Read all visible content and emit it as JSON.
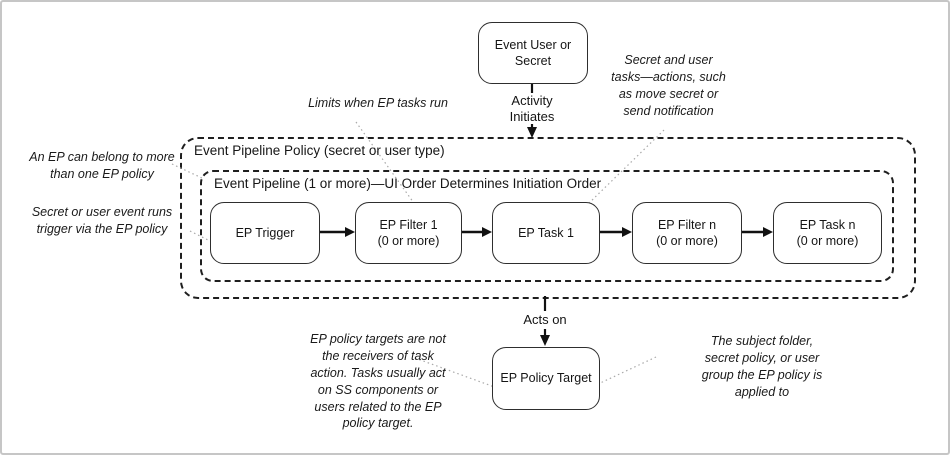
{
  "nodes": {
    "source": {
      "label": "Event User or Secret"
    },
    "target": {
      "label": "EP Policy Target"
    }
  },
  "containers": {
    "outer_label": "Event Pipeline Policy (secret or user type)",
    "inner_label": "Event Pipeline (1 or more)—UI Order Determines Initiation Order"
  },
  "pipeline": [
    {
      "label": "EP Trigger",
      "sublabel": ""
    },
    {
      "label": "EP Filter 1",
      "sublabel": "(0 or more)"
    },
    {
      "label": "EP Task 1",
      "sublabel": ""
    },
    {
      "label": "EP Filter n",
      "sublabel": "(0 or more)"
    },
    {
      "label": "EP Task n",
      "sublabel": "(0 or more)"
    }
  ],
  "edge_labels": {
    "activity": "Activity\nInitiates",
    "acts_on": "Acts on"
  },
  "annotations": [
    {
      "id": "limits",
      "text": "Limits when EP tasks run"
    },
    {
      "id": "tasks",
      "text": "Secret and user\ntasks—actions, such\nas move secret or\nsend notification"
    },
    {
      "id": "belong",
      "text": "An EP can belong to more\nthan one EP policy"
    },
    {
      "id": "trigger",
      "text": "Secret or user event runs\ntrigger via the EP policy"
    },
    {
      "id": "targets",
      "text": "EP policy targets are not\nthe receivers of task\naction. Tasks usually act\non SS components or\nusers related to the EP\npolicy target."
    },
    {
      "id": "subject",
      "text": "The subject folder,\nsecret policy, or user\ngroup the EP policy is\napplied to"
    }
  ],
  "colors": {
    "stroke": "#2e2e2e",
    "arrow": "#111111",
    "leader": "#a9a9a9",
    "frame": "#c6c6c6"
  }
}
